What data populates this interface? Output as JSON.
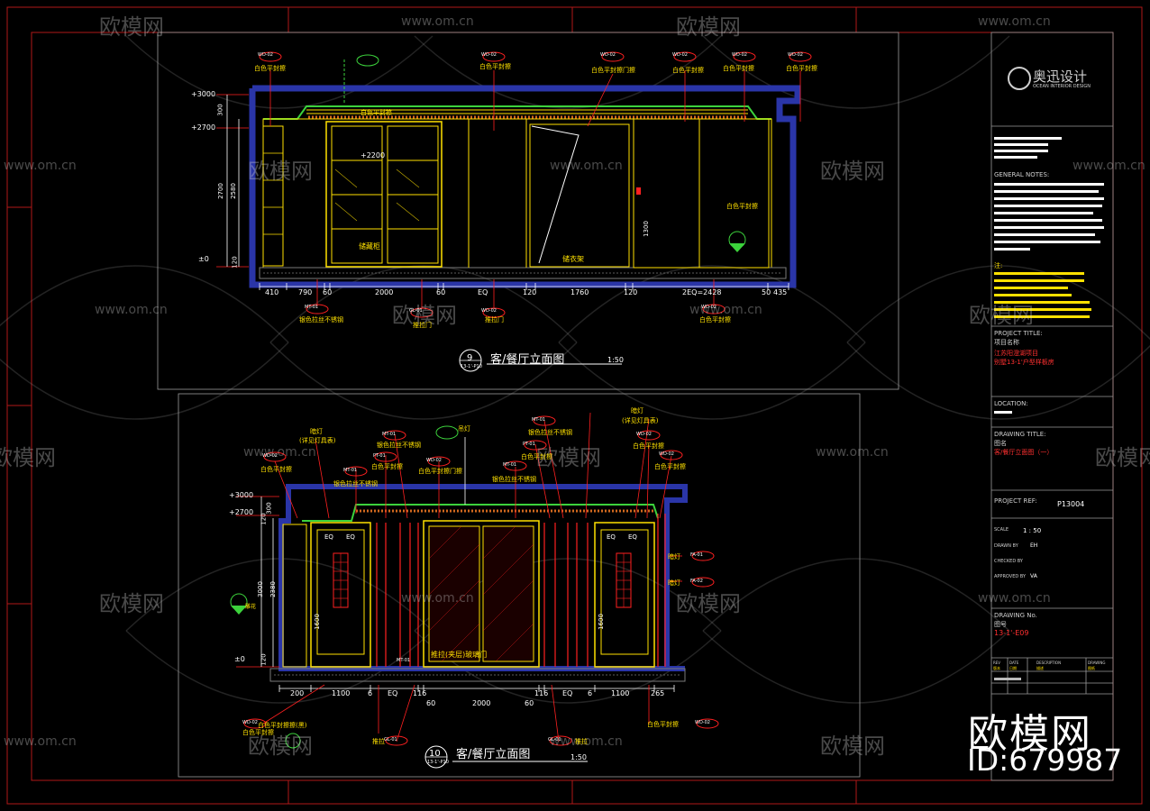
{
  "watermark": {
    "logo_text": "欧模网",
    "url_text": "www.om.cn",
    "id_text": "ID:679987"
  },
  "drawing_upper": {
    "number": "9",
    "sub": "13-1'-P10",
    "title": "客/餐厅立面图",
    "scale": "1:50",
    "levels": [
      "+3000",
      "+2700",
      "±0"
    ],
    "vert_dims": [
      "300",
      "2700",
      "2580",
      "120",
      "1300",
      "+2200"
    ],
    "horiz_dims": [
      "410",
      "790",
      "60",
      "2000",
      "60",
      "EQ",
      "120",
      "1760",
      "120",
      "2EQ=2428",
      "50",
      "435"
    ],
    "labels": [
      "白色平封擦",
      "白色平封擦",
      "白色平封擦门擦",
      "白色平封擦",
      "白色平封擦",
      "白色平封擦",
      "银色拉丝不锈钢",
      "推拉门",
      "推拉门",
      "白色平封擦",
      "白色平封擦",
      "储藏柜",
      "储衣架",
      "白色平封擦"
    ],
    "tags": [
      "WD-02",
      "WD-02",
      "WD-02",
      "WD-02",
      "WD-02",
      "WD-02",
      "MT-01",
      "GL-01",
      "WD-02",
      "WD-02"
    ]
  },
  "drawing_lower": {
    "number": "10",
    "sub": "13-1'-P10",
    "title": "客/餐厅立面图",
    "scale": "1:50",
    "levels": [
      "+3000",
      "+2700",
      "±0"
    ],
    "vert_dims": [
      "120",
      "300",
      "3000",
      "2380",
      "1600",
      "1600",
      "120"
    ],
    "horiz_dims": [
      "200",
      "1100",
      "6",
      "EQ",
      "116",
      "60",
      "2000",
      "60",
      "116",
      "EQ",
      "6",
      "1100",
      "265"
    ],
    "eq_labels": [
      "EQ",
      "EQ",
      "EQ",
      "EQ"
    ],
    "labels": [
      "暗灯",
      "(详见灯具表)",
      "白色平封擦",
      "银色拉丝不锈钢",
      "白色平封擦",
      "白色平封擦门擦",
      "银色拉丝不锈钢",
      "银色拉丝不锈钢",
      "银色拉丝不锈钢",
      "白色平封擦",
      "暗灯",
      "(详见灯具表)",
      "白色平封擦",
      "白色平封擦",
      "暗灯",
      "暗灯",
      "白色平封擦",
      "白色平封擦",
      "雕花",
      "白色平封擦擦(黑)",
      "推拉",
      "推拉",
      "吊灯",
      "推拉(夹层)玻璃门"
    ],
    "tags": [
      "WD-02",
      "MT-01",
      "MT-01",
      "PT-01",
      "WD-02",
      "MT-01",
      "MT-01",
      "PT-01",
      "MT-01",
      "WD-02",
      "WD-02",
      "FA-01",
      "FA-02",
      "WD-02",
      "WD-02",
      "GL-01",
      "GL-01"
    ]
  },
  "title_block": {
    "company_cn": "奥迅设计",
    "company_en": "OCEAN INTERIOR DESIGN",
    "general_notes": "GENERAL NOTES:",
    "note_cn": "注:",
    "project_title": "PROJECT TITLE:",
    "project_title_cn": "项目名称",
    "project_lines": [
      "江苏阳澄湖项目",
      "别墅13-1'户型样板房"
    ],
    "location": "LOCATION:",
    "drawing_title": "DRAWING TITLE:",
    "drawing_title_cn": "图名",
    "drawing_title_value": "客/餐厅立面图（一）",
    "project_ref": "PROJECT REF:",
    "project_ref_value": "P13004",
    "scale_lbl": "SCALE",
    "scale_value": "1 : 50",
    "drawn_by": "DRAWN BY",
    "drawn_by_value": "EH",
    "checked_by": "CHECKED BY",
    "approved_by": "APPROVED BY",
    "approved_by_value": "VA",
    "drawing_no": "DRAWING No.",
    "drawing_no_cn": "图号",
    "drawing_no_value": "13-1'-E09",
    "rev_headers": [
      "REV",
      "DATE",
      "DESCRIPTION",
      "DRAWING"
    ],
    "rev_headers_cn": [
      "版本",
      "日期",
      "描述",
      "图纸"
    ]
  },
  "colors": {
    "background": "#000000",
    "cad_yellow": "#ffe100",
    "cad_red": "#ff2020",
    "cad_blue": "#2a35a8",
    "cad_green": "#3cd23c",
    "cad_white": "#ffffff",
    "frame_red": "#c01818"
  }
}
